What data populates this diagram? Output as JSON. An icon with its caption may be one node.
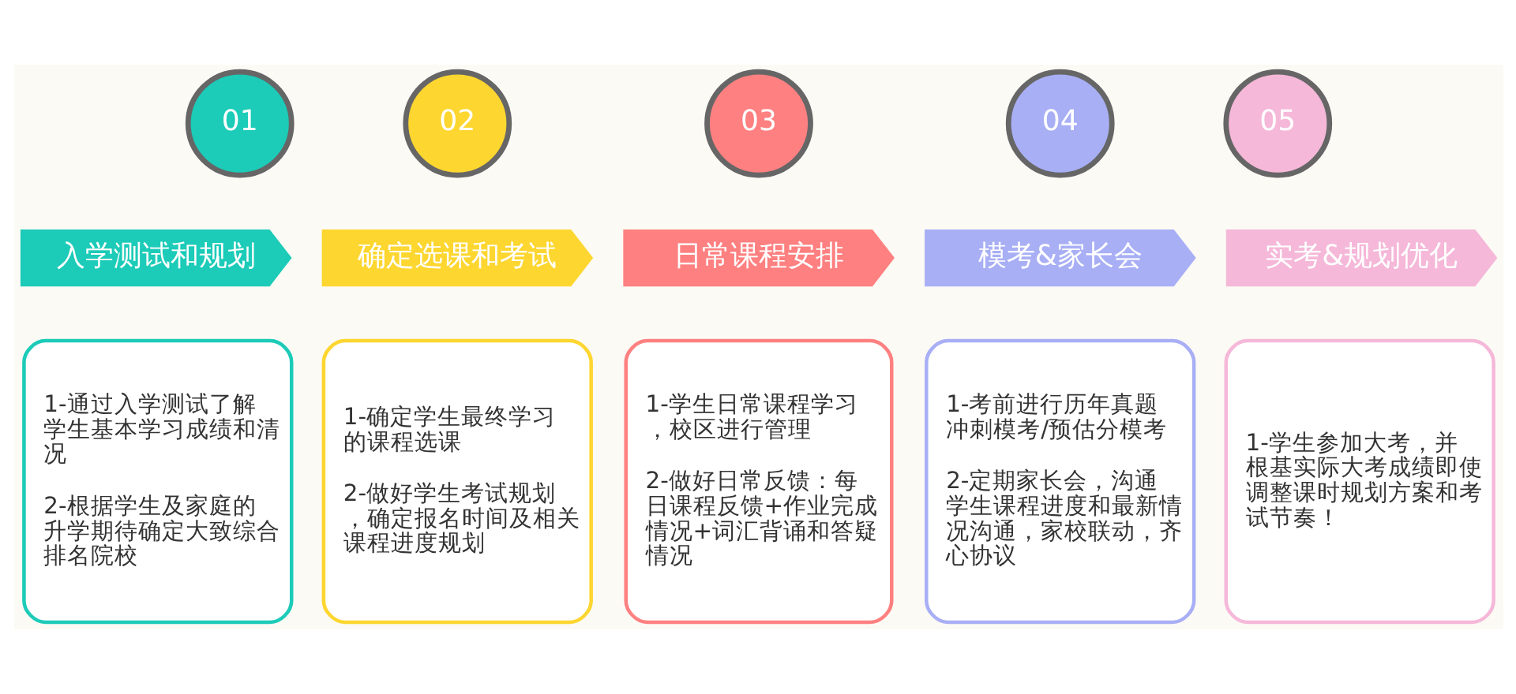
{
  "diagram": {
    "nodes": [
      {
        "text": [
          "01"
        ]
      },
      {
        "text": [
          "02"
        ]
      },
      {
        "text": [
          "03"
        ]
      },
      {
        "text": [
          "04"
        ]
      },
      {
        "text": [
          "05"
        ]
      },
      {
        "text": [
          "入学测试和规划"
        ]
      },
      {
        "text": [
          "确定选课和考试"
        ]
      },
      {
        "text": [
          "日常课程安排"
        ]
      },
      {
        "text": [
          "模考&家长会"
        ]
      },
      {
        "text": [
          "实考&规划优化"
        ]
      },
      {
        "text": [
          "1-通过入学测试了解学生基本学习成绩和清况",
          "2-根据学生及家庭的升学期待确定大致综合排名院校"
        ]
      },
      {
        "text": [
          "1-确定学生最终学习的课程选课",
          "2-做好学生考试规划，确定报名时间及相关课程进度规划"
        ]
      },
      {
        "text": [
          "1-学生日常课程学习，校区进行管理",
          "2-做好日常反馈：每日课程反馈+作业完成情况+词汇背诵和答疑情况"
        ]
      },
      {
        "text": [
          "1-考前进行历年真题冲刺模考/预估分模考",
          "2-定期家长会，沟通学生课程进度和最新情况沟通，家校联动，齐心协议"
        ]
      },
      {
        "text": [
          "1-学生参加大考，并根基实际大考成绩即使调整课时规划方案和考试节奏！"
        ]
      }
    ]
  }
}
